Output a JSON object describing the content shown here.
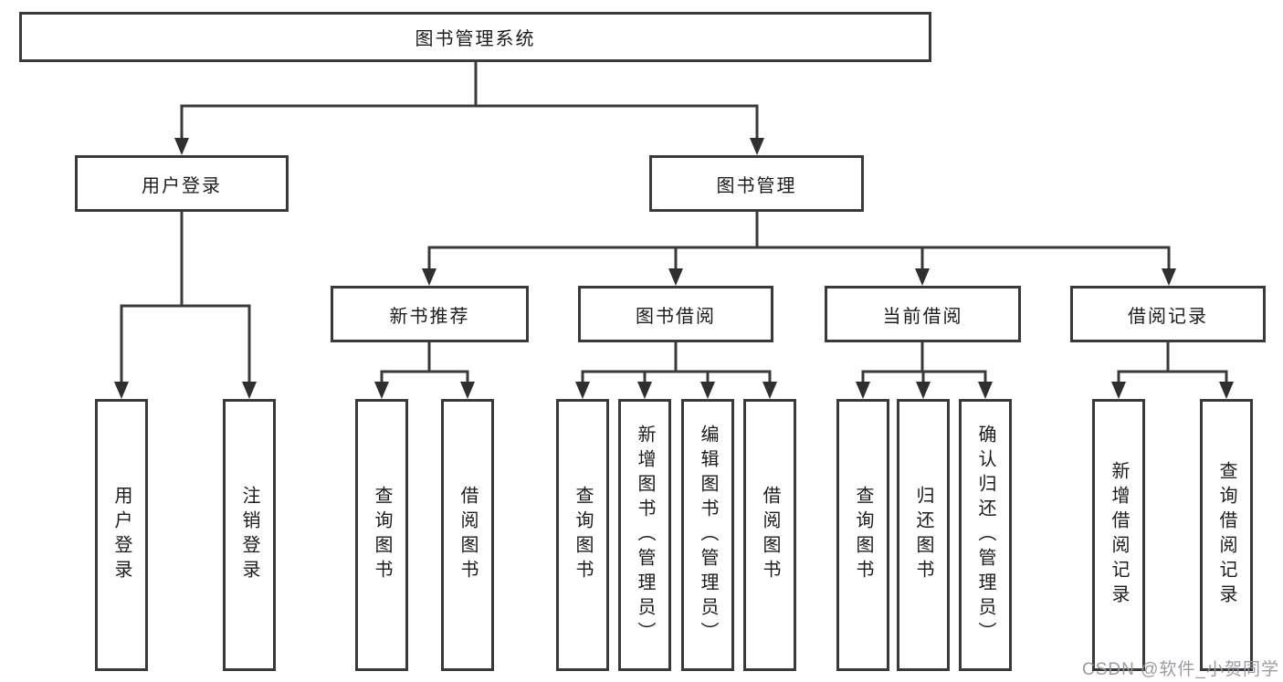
{
  "diagram": {
    "type": "hierarchy-tree",
    "colors": {
      "background": "#ffffff",
      "box_border": "#3a3a3a",
      "box_fill": "#ffffff",
      "text": "#1c1c1c",
      "connector": "#3a3a3a",
      "watermark": "#94989e"
    },
    "tree": {
      "label": "图书管理系统",
      "children": [
        {
          "label": "用户登录",
          "children": [
            {
              "label": "用户登录"
            },
            {
              "label": "注销登录"
            }
          ]
        },
        {
          "label": "图书管理",
          "children": [
            {
              "label": "新书推荐",
              "children": [
                {
                  "label": "查询图书"
                },
                {
                  "label": "借阅图书"
                }
              ]
            },
            {
              "label": "图书借阅",
              "children": [
                {
                  "label": "查询图书"
                },
                {
                  "label": "新增图书（管理员）"
                },
                {
                  "label": "编辑图书（管理员）"
                },
                {
                  "label": "借阅图书"
                }
              ]
            },
            {
              "label": "当前借阅",
              "children": [
                {
                  "label": "查询图书"
                },
                {
                  "label": "归还图书"
                },
                {
                  "label": "确认归还（管理员）"
                }
              ]
            },
            {
              "label": "借阅记录",
              "children": [
                {
                  "label": "新增借阅记录"
                },
                {
                  "label": "查询借阅记录"
                }
              ]
            }
          ]
        }
      ]
    }
  },
  "watermark": {
    "text": "CSDN @软件_小贺同学"
  }
}
